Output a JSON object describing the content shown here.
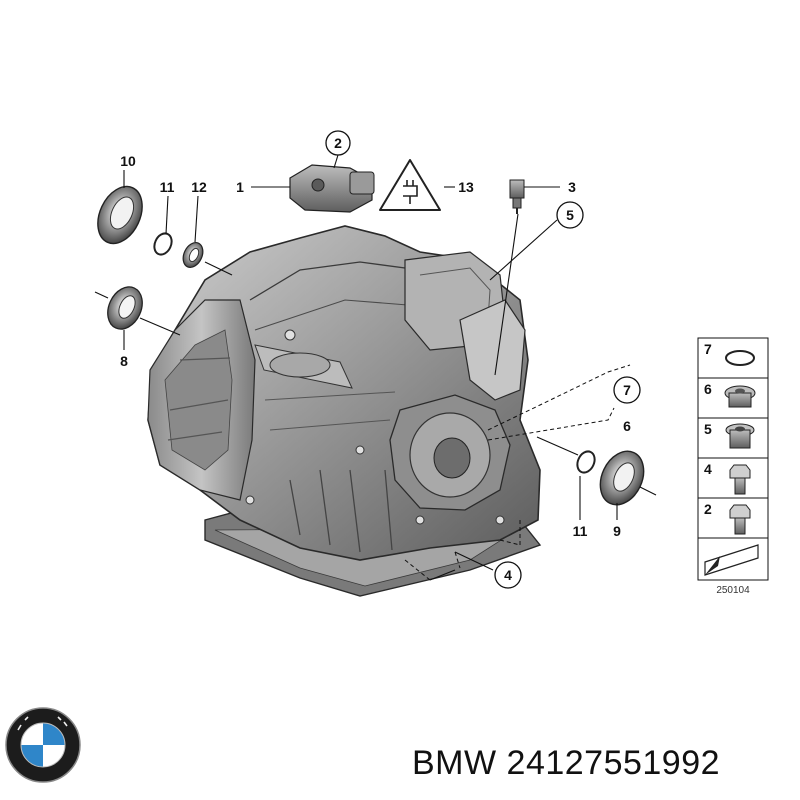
{
  "callouts": {
    "c1": "1",
    "c2": "2",
    "c3": "3",
    "c4": "4",
    "c5": "5",
    "c6": "6",
    "c7": "7",
    "c8": "8",
    "c9": "9",
    "c10": "10",
    "c11a": "11",
    "c11b": "11",
    "c12": "12",
    "c13": "13"
  },
  "legend": {
    "items": [
      {
        "label": "7",
        "icon": "o-ring-icon"
      },
      {
        "label": "6",
        "icon": "plug-screw-icon"
      },
      {
        "label": "5",
        "icon": "drain-plug-icon"
      },
      {
        "label": "4",
        "icon": "bolt-icon"
      },
      {
        "label": "2",
        "icon": "bolt-washer-icon"
      }
    ],
    "ref_code": "250104"
  },
  "brand": {
    "name": "BMW",
    "part_number": "24127551992",
    "caption": "BMW 24127551992"
  },
  "colors": {
    "housing": "#9a9a9a",
    "housing_dark": "#5a5a5a",
    "housing_light": "#d2d2d2",
    "logo_blue": "#2f86c9",
    "logo_ring": "#1c1c1c"
  }
}
